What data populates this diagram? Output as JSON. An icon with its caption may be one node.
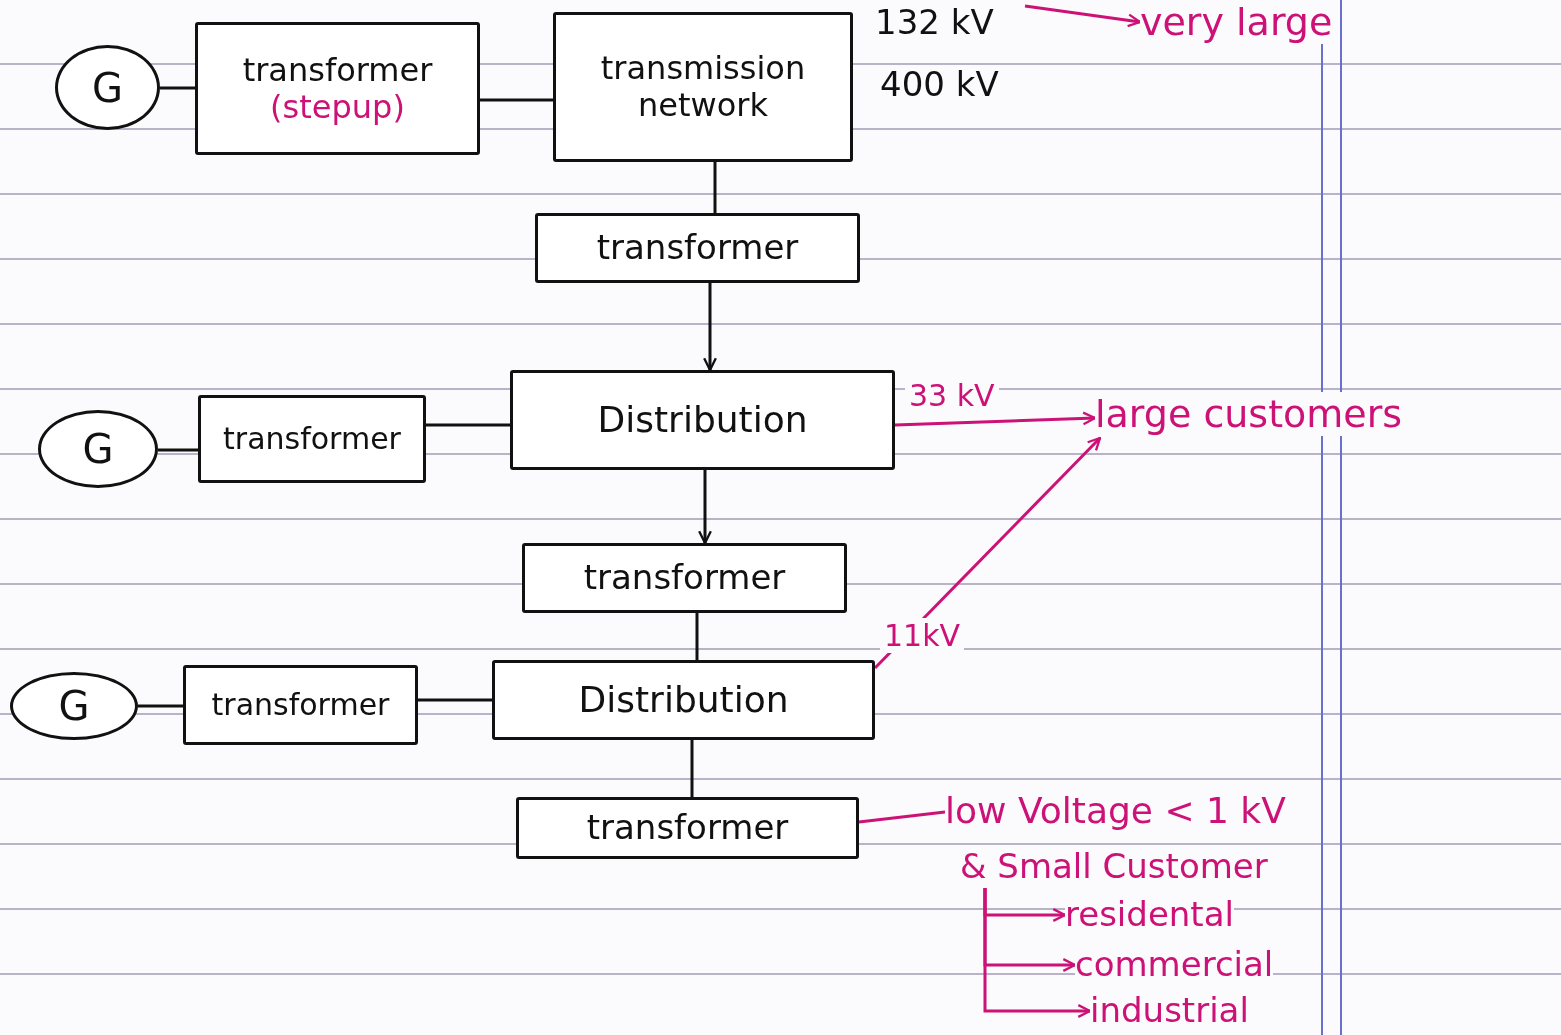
{
  "diagram": {
    "nodes": [
      {
        "text": [
          "G"
        ]
      },
      {
        "text": [
          "transformer",
          "(stepup)"
        ]
      },
      {
        "text": [
          "transmission network"
        ],
        "beside": [
          "132 kV",
          "400 kV"
        ]
      },
      {
        "text": [
          "transformer"
        ]
      },
      {
        "text": [
          "Distribution"
        ]
      },
      {
        "text": [
          "G"
        ]
      },
      {
        "text": [
          "transformer"
        ]
      },
      {
        "text": [
          "transformer"
        ]
      },
      {
        "text": [
          "G"
        ]
      },
      {
        "text": [
          "transformer"
        ]
      },
      {
        "text": [
          "Distribution"
        ]
      },
      {
        "text": [
          "transformer"
        ]
      },
      {
        "text": [
          "very large"
        ]
      },
      {
        "text": [
          "large customers"
        ]
      },
      {
        "text": [
          "low Voltage < 1 kV"
        ]
      },
      {
        "text": [
          "& Small Customer"
        ]
      },
      {
        "text": [
          "residental"
        ]
      },
      {
        "text": [
          "commercial"
        ]
      },
      {
        "text": [
          "industrial"
        ]
      }
    ],
    "edges": [
      {
        "from": 0,
        "to": 1,
        "arrow": "none"
      },
      {
        "from": 1,
        "to": 2,
        "arrow": "none"
      },
      {
        "from": 2,
        "to": 3,
        "arrow": "none"
      },
      {
        "from": 3,
        "to": 4,
        "arrow": "to"
      },
      {
        "from": null,
        "to": 12,
        "arrow": "to",
        "color": "#cc1177"
      },
      {
        "from": 4,
        "to": 13,
        "arrow": "to",
        "label": "33 kV",
        "color": "#cc1177"
      },
      {
        "from": 5,
        "to": 6,
        "arrow": "none"
      },
      {
        "from": 6,
        "to": 4,
        "arrow": "none"
      },
      {
        "from": 4,
        "to": 7,
        "arrow": "to"
      },
      {
        "from": 8,
        "to": 9,
        "arrow": "none"
      },
      {
        "from": 9,
        "to": 10,
        "arrow": "none"
      },
      {
        "from": 7,
        "to": 10,
        "arrow": "none"
      },
      {
        "from": 10,
        "to": 11,
        "arrow": "none"
      },
      {
        "from": 10,
        "to": 13,
        "arrow": "to",
        "label": "11kV",
        "color": "#cc1177"
      },
      {
        "from": 11,
        "to": 14,
        "arrow": "none",
        "color": "#cc1177"
      },
      {
        "from": 15,
        "to": 16,
        "arrow": "to",
        "color": "#cc1177"
      },
      {
        "from": 15,
        "to": 17,
        "arrow": "to",
        "color": "#cc1177"
      },
      {
        "from": 15,
        "to": 18,
        "arrow": "to",
        "color": "#cc1177"
      }
    ]
  }
}
